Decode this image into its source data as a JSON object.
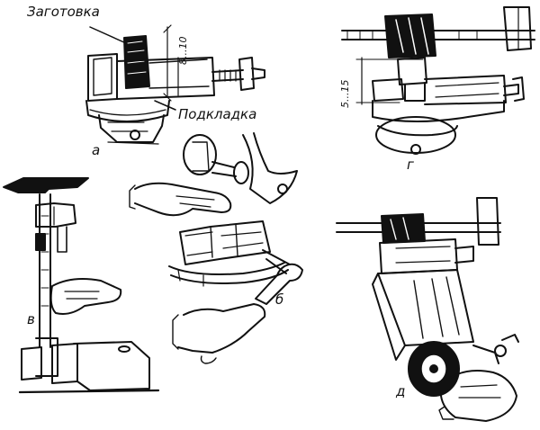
{
  "labels": {
    "workpiece": "Заготовка",
    "shim": "Подкладка",
    "dim_a": "8...10",
    "dim_g": "5...15"
  },
  "panels": {
    "a": "а",
    "b": "б",
    "v": "в",
    "g": "г",
    "d": "д"
  }
}
